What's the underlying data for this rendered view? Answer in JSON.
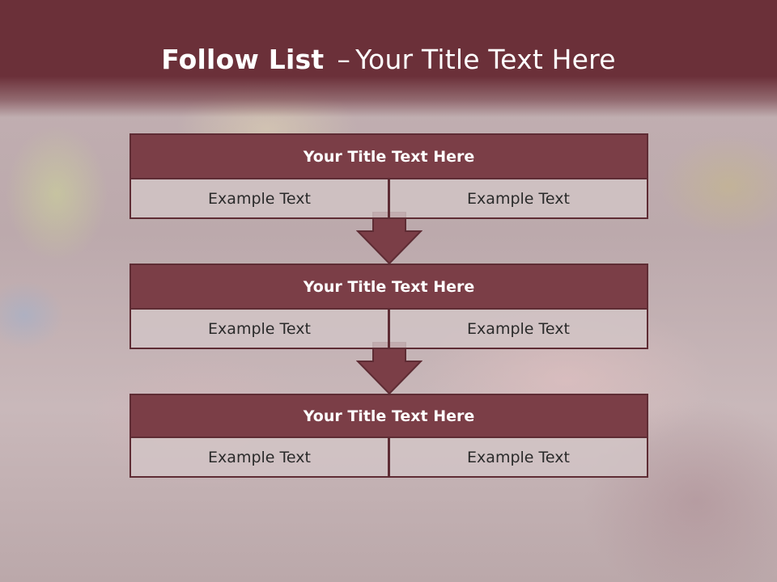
{
  "title": {
    "bold": "Follow List",
    "dash": "–",
    "rest": "Your Title Text Here"
  },
  "colors": {
    "accent": "#7b3e47",
    "header": "#6b3039",
    "cell": "#d2c4c6"
  },
  "blocks": [
    {
      "heading": "Your Title Text Here",
      "cells": [
        "Example Text",
        "Example Text"
      ]
    },
    {
      "heading": "Your Title Text Here",
      "cells": [
        "Example Text",
        "Example Text"
      ]
    },
    {
      "heading": "Your Title Text Here",
      "cells": [
        "Example Text",
        "Example Text"
      ]
    }
  ]
}
